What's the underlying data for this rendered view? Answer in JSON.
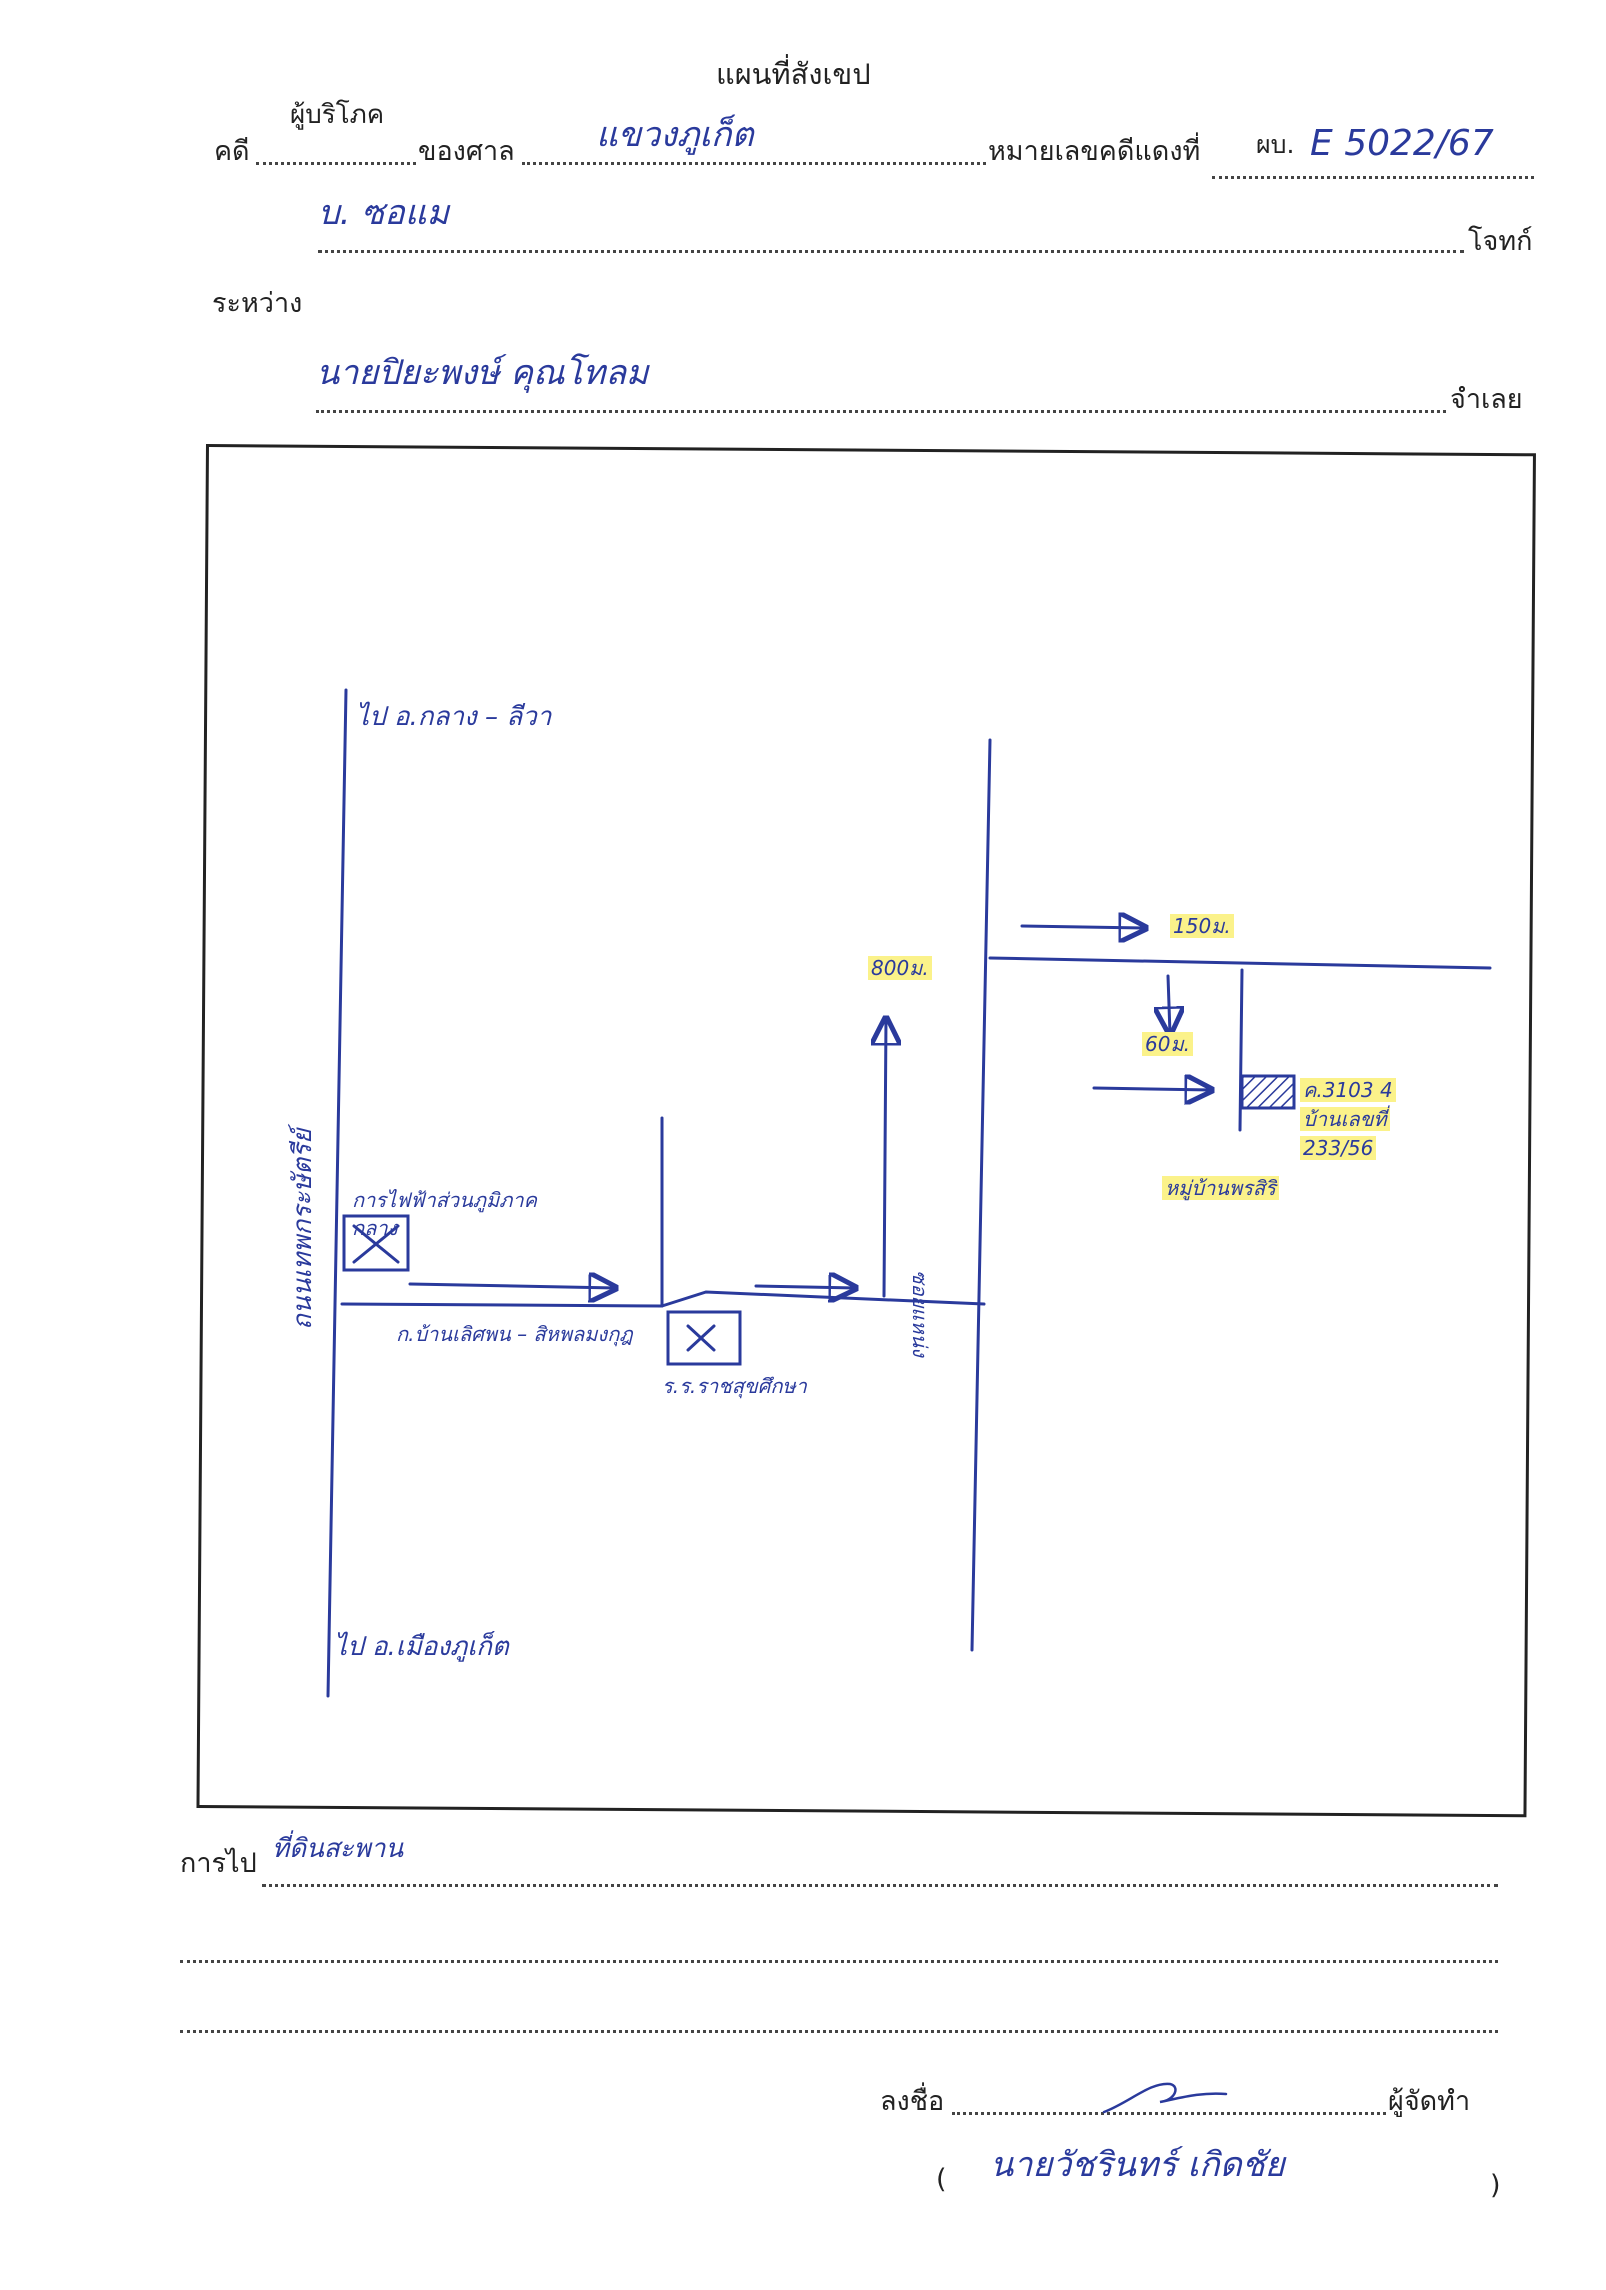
{
  "header": {
    "title": "แผนที่สังเขป"
  },
  "case": {
    "case_label": "คดี",
    "case_type_hand": "ผู้บริโภค",
    "court_label": "ของศาล",
    "court_hand": "แขวงภูเก็ต",
    "red_case_label": "หมายเลขคดีแดงที่",
    "red_case_prefix": "ผบ.",
    "red_case_hand": "E 5022/67",
    "plaintiff_hand": "บ. ซอแม",
    "plaintiff_label": "โจทก์",
    "between_label": "ระหว่าง",
    "defendant_hand": "นายปิยะพงษ์ คุณโทลม",
    "defendant_label": "จำเลย"
  },
  "map": {
    "left_road_top_label": "ไป อ.กลาง – ลีวา",
    "left_road_bottom_label": "ไป อ.เมืองภูเก็ต",
    "left_road_name": "ถนนเทพกระษัตรีย์",
    "landmark_left": "การไฟฟ้าส่วนภูมิภาค กลาง",
    "road_horizontal_name": "ก.บ้านเลิศพน – สิหพลมงกุฎ",
    "landmark_school": "ร.ร.ราชสุขศึกษา",
    "lane_name": "ซอยแหน่ง",
    "distance_800": "800ม.",
    "distance_150": "150ม.",
    "distance_60": "60ม.",
    "target_line1": "ค.3103 4",
    "target_line2": "บ้านเลขที่",
    "target_line3": "233/56",
    "village": "หมู่บ้านพรสิริ"
  },
  "footer": {
    "travel_label": "การไป",
    "travel_hand": "ที่ดินสะพาน",
    "sign_label": "ลงชื่อ",
    "preparer_label": "ผู้จัดทำ",
    "paren_open": "(",
    "paren_close": ")",
    "signer_name_hand": "นายวัชรินทร์ เกิดชัย"
  },
  "colors": {
    "ink": "#2a3a9c",
    "highlight": "#fbf28a",
    "print": "#222222"
  }
}
